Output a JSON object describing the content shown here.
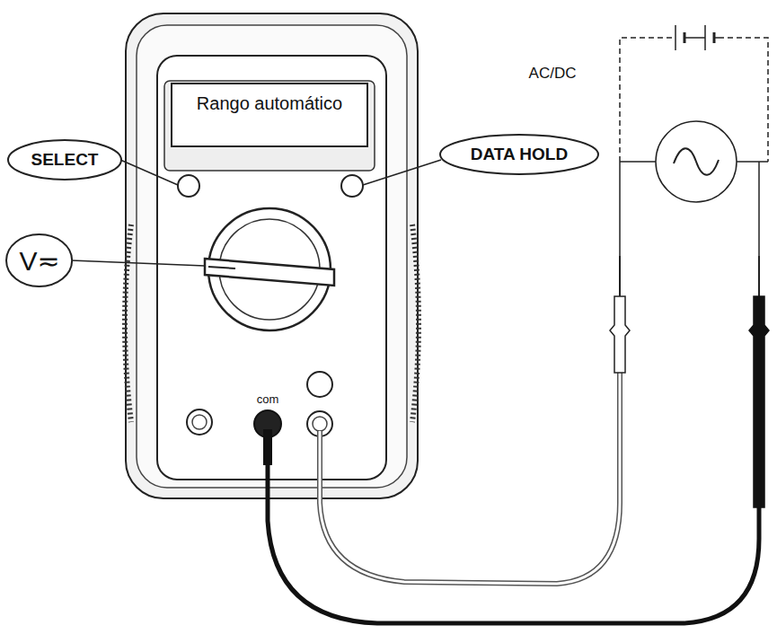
{
  "diagram": {
    "nodes": [
      {
        "text": [
          "Rango automático"
        ]
      },
      {
        "text": [
          "SELECT"
        ]
      },
      {
        "text": [
          "DATA HOLD"
        ]
      },
      {
        "text": [
          "V≂"
        ]
      }
    ],
    "labels": [
      "com",
      "AC/DC"
    ]
  }
}
